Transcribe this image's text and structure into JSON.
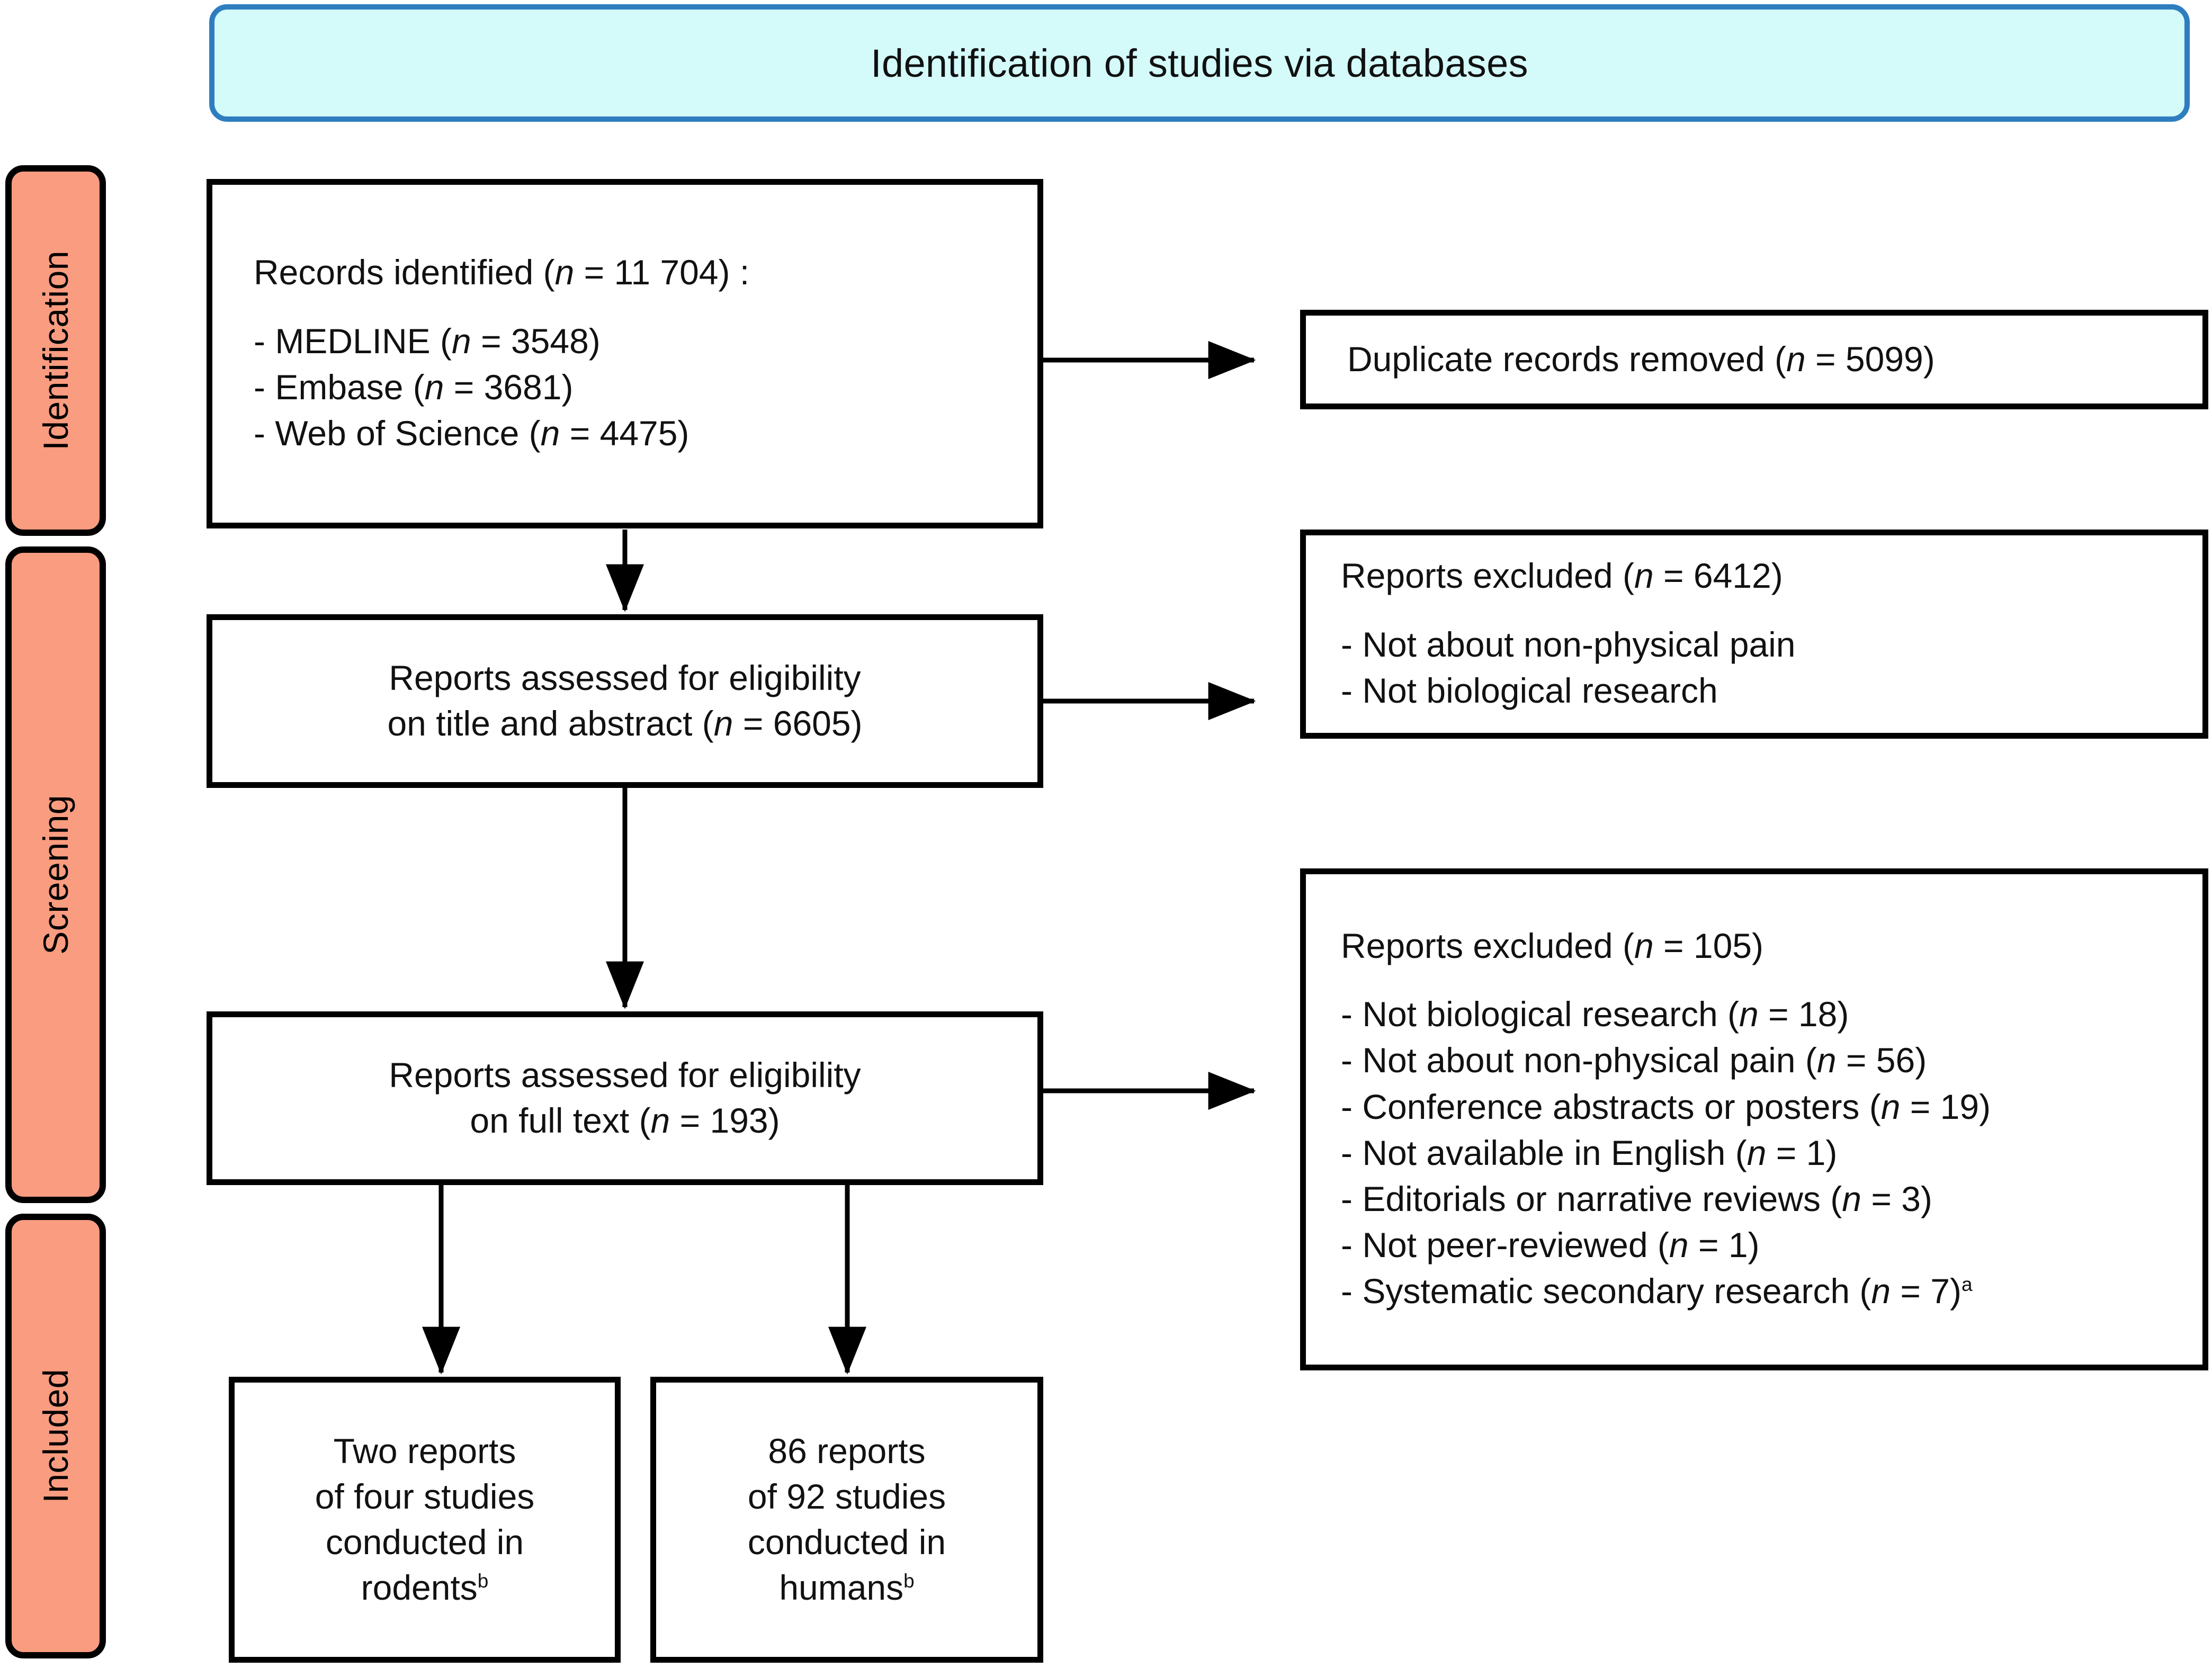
{
  "header": {
    "title": "Identification of studies via databases",
    "fill_color": "#D4FAFA",
    "border_color": "#2E7EBF"
  },
  "stages": [
    {
      "id": "identification",
      "label": "Identification",
      "color": "#F99C80"
    },
    {
      "id": "screening",
      "label": "Screening",
      "color": "#F99C80"
    },
    {
      "id": "included",
      "label": "Included",
      "color": "#F99C80"
    }
  ],
  "boxes": {
    "records_identified": {
      "title_prefix": "Records identified (",
      "title_n": "n",
      "title_suffix": " = 11 704) :",
      "sources": [
        {
          "prefix": "- MEDLINE (",
          "n": "n",
          "suffix": " = 3548)"
        },
        {
          "prefix": "- Embase (",
          "n": "n",
          "suffix": " = 3681)"
        },
        {
          "prefix": "- Web of Science (",
          "n": "n",
          "suffix": " = 4475)"
        }
      ]
    },
    "duplicates_removed": {
      "prefix": "Duplicate records removed (",
      "n": "n",
      "suffix": " = 5099)"
    },
    "screened_title_abstract": {
      "line1": "Reports assessed for eligibility",
      "line2_prefix": "on title and abstract (",
      "line2_n": "n",
      "line2_suffix": " = 6605)"
    },
    "excluded_screening": {
      "title_prefix": "Reports excluded (",
      "title_n": "n",
      "title_suffix": " = 6412)",
      "reasons": [
        "- Not about non-physical pain",
        "- Not biological research"
      ]
    },
    "assessed_full_text": {
      "line1": "Reports assessed for eligibility",
      "line2_prefix": "on full text (",
      "line2_n": "n",
      "line2_suffix": " = 193)"
    },
    "excluded_full_text": {
      "title_prefix": "Reports excluded (",
      "title_n": "n",
      "title_suffix": " = 105)",
      "reasons": [
        {
          "prefix": "- Not biological research (",
          "n": "n",
          "suffix": " = 18)",
          "note": ""
        },
        {
          "prefix": "- Not about non-physical pain (",
          "n": "n",
          "suffix": " = 56)",
          "note": ""
        },
        {
          "prefix": "- Conference abstracts or posters (",
          "n": "n",
          "suffix": " = 19)",
          "note": ""
        },
        {
          "prefix": "- Not available in English (",
          "n": "n",
          "suffix": " = 1)",
          "note": ""
        },
        {
          "prefix": "- Editorials or narrative reviews (",
          "n": "n",
          "suffix": " = 3)",
          "note": ""
        },
        {
          "prefix": "- Not peer-reviewed (",
          "n": "n",
          "suffix": " = 1)",
          "note": ""
        },
        {
          "prefix": "- Systematic secondary research (",
          "n": "n",
          "suffix": " = 7)",
          "note": "a"
        }
      ]
    },
    "included_rodents": {
      "line1": "Two reports",
      "line2": "of four studies",
      "line3": "conducted in",
      "line4": "rodents",
      "note": "b"
    },
    "included_humans": {
      "line1": "86 reports",
      "line2": "of 92 studies",
      "line3": "conducted in",
      "line4": "humans",
      "note": "b"
    }
  },
  "chart_data": {
    "type": "diagram",
    "title": "PRISMA flow diagram — Identification of studies via databases",
    "nodes": [
      {
        "id": "records_identified",
        "stage": "Identification",
        "n": 11704,
        "breakdown": {
          "MEDLINE": 3548,
          "Embase": 3681,
          "Web of Science": 4475
        }
      },
      {
        "id": "duplicates_removed",
        "stage": "Identification",
        "n": 5099
      },
      {
        "id": "screened_title_abstract",
        "stage": "Screening",
        "n": 6605
      },
      {
        "id": "excluded_screening",
        "stage": "Screening",
        "n": 6412,
        "reasons": [
          "Not about non-physical pain",
          "Not biological research"
        ]
      },
      {
        "id": "assessed_full_text",
        "stage": "Screening",
        "n": 193
      },
      {
        "id": "excluded_full_text",
        "stage": "Screening",
        "n": 105,
        "reasons": {
          "Not biological research": 18,
          "Not about non-physical pain": 56,
          "Conference abstracts or posters": 19,
          "Not available in English": 1,
          "Editorials or narrative reviews": 3,
          "Not peer-reviewed": 1,
          "Systematic secondary research": 7
        }
      },
      {
        "id": "included_rodents",
        "stage": "Included",
        "reports": 2,
        "studies": 4
      },
      {
        "id": "included_humans",
        "stage": "Included",
        "reports": 86,
        "studies": 92
      }
    ],
    "edges": [
      {
        "from": "records_identified",
        "to": "duplicates_removed",
        "direction": "right"
      },
      {
        "from": "records_identified",
        "to": "screened_title_abstract",
        "direction": "down"
      },
      {
        "from": "screened_title_abstract",
        "to": "excluded_screening",
        "direction": "right"
      },
      {
        "from": "screened_title_abstract",
        "to": "assessed_full_text",
        "direction": "down"
      },
      {
        "from": "assessed_full_text",
        "to": "excluded_full_text",
        "direction": "right"
      },
      {
        "from": "assessed_full_text",
        "to": "included_rodents",
        "direction": "down"
      },
      {
        "from": "assessed_full_text",
        "to": "included_humans",
        "direction": "down"
      }
    ]
  }
}
